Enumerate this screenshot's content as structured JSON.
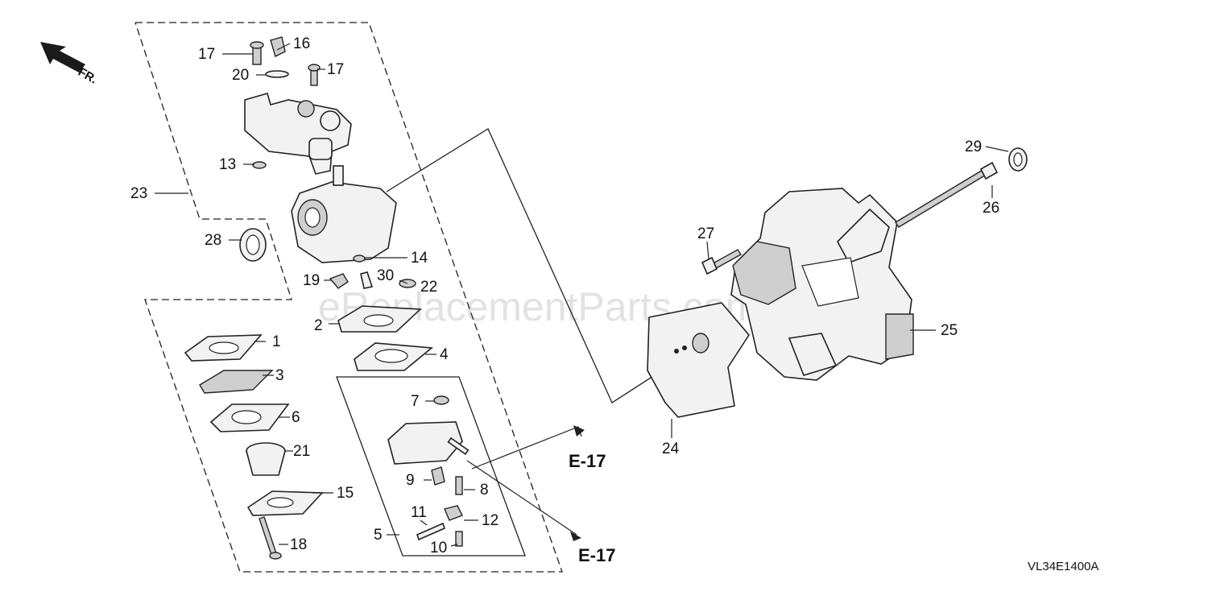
{
  "watermark": "eReplacementParts.com",
  "direction_label": "FR.",
  "drawing_code": "VL34E1400A",
  "references": [
    "E-17",
    "E-17"
  ],
  "callouts": [
    "1",
    "2",
    "3",
    "4",
    "5",
    "6",
    "7",
    "8",
    "9",
    "10",
    "11",
    "12",
    "13",
    "14",
    "15",
    "16",
    "17",
    "17",
    "18",
    "19",
    "20",
    "21",
    "22",
    "23",
    "24",
    "25",
    "26",
    "27",
    "28",
    "29",
    "30"
  ]
}
